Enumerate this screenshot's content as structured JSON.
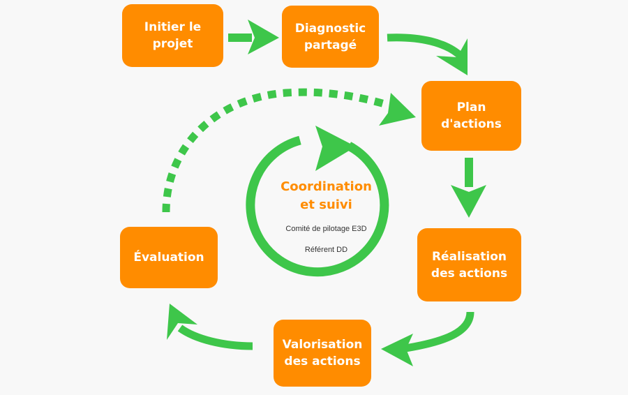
{
  "colors": {
    "box_fill": "#ff8c00",
    "arrow": "#3ec64a",
    "center_title": "#ff8c00",
    "background": "#f8f8f8"
  },
  "steps": [
    {
      "id": "initier",
      "lines": [
        "Initier le",
        "projet"
      ]
    },
    {
      "id": "diagnostic",
      "lines": [
        "Diagnostic",
        "partagé"
      ]
    },
    {
      "id": "plan",
      "lines": [
        "Plan d'actions"
      ]
    },
    {
      "id": "realisation",
      "lines": [
        "Réalisation",
        "des actions"
      ]
    },
    {
      "id": "valorisation",
      "lines": [
        "Valorisation",
        "des actions"
      ]
    },
    {
      "id": "evaluation",
      "lines": [
        "Évaluation"
      ]
    }
  ],
  "center": {
    "title_lines": [
      "Coordination",
      "et suivi"
    ],
    "subtitle_1": "Comité de pilotage E3D",
    "subtitle_2": "Référent DD"
  },
  "arrows": [
    {
      "from": "initier",
      "to": "diagnostic",
      "style": "solid"
    },
    {
      "from": "diagnostic",
      "to": "plan",
      "style": "solid"
    },
    {
      "from": "plan",
      "to": "realisation",
      "style": "solid"
    },
    {
      "from": "realisation",
      "to": "valorisation",
      "style": "solid"
    },
    {
      "from": "valorisation",
      "to": "evaluation",
      "style": "solid"
    },
    {
      "from": "evaluation",
      "to": "plan",
      "style": "dashed"
    }
  ]
}
